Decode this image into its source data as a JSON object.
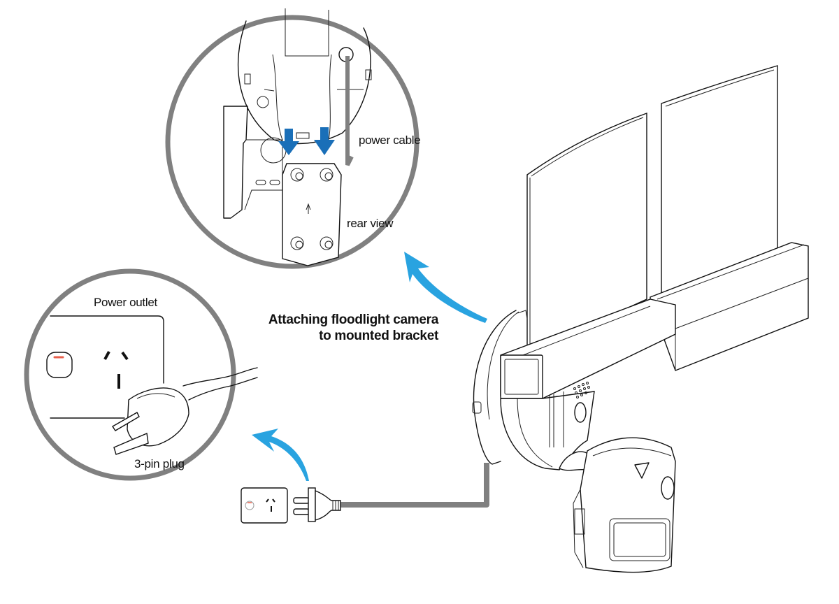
{
  "diagram": {
    "title": "Attaching floodlight camera to mounted bracket",
    "title_lines": [
      "Attaching floodlight camera",
      "to mounted bracket"
    ],
    "callouts": {
      "rear_view": {
        "power_cable_label": "power cable",
        "rear_view_label": "rear view"
      },
      "power": {
        "outlet_label": "Power outlet",
        "plug_label": "3-pin plug"
      }
    },
    "colors": {
      "arrow_accent": "#29A3E0",
      "down_arrow": "#1A6FB8",
      "cable": "#808080",
      "callout_ring": "#808080",
      "indicator": "#E8604C",
      "line_art": "#111111"
    },
    "icons": [
      "curved-arrow-icon",
      "down-arrow-icon",
      "power-outlet-icon",
      "three-pin-plug-icon",
      "floodlight-camera-icon",
      "mounting-bracket-icon"
    ]
  }
}
